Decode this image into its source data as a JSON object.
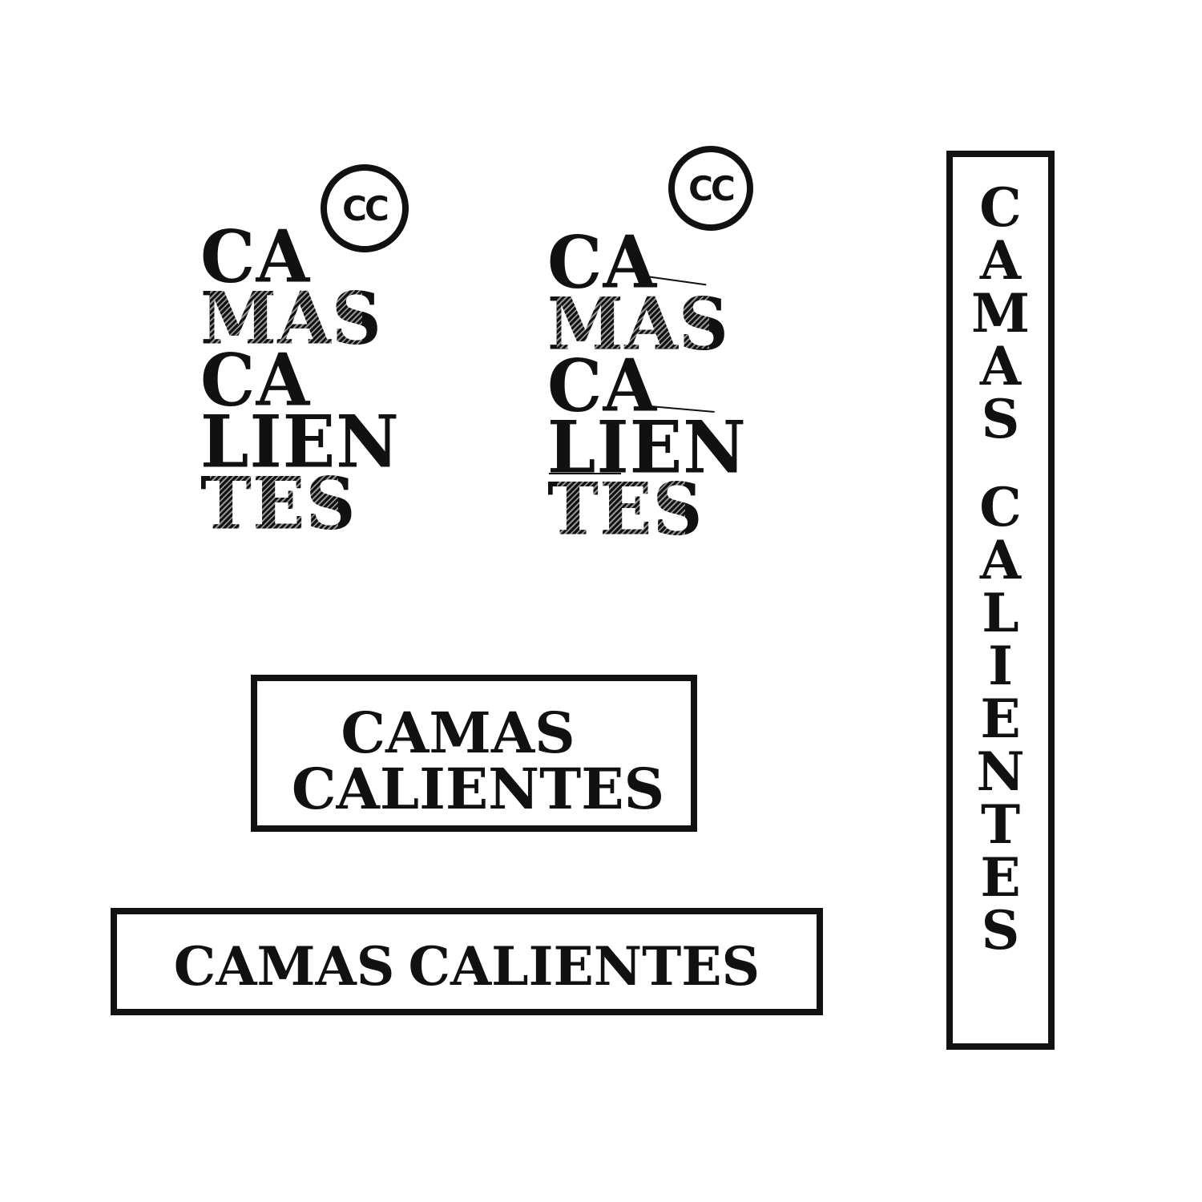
{
  "brand": {
    "stacked_logo": {
      "badge": "CC",
      "lines": [
        "CA",
        "MAS",
        "CA",
        "LIEN",
        "TES"
      ]
    },
    "stacked_logo_variant": {
      "badge": "CC",
      "lines": [
        "CA",
        "MAS",
        "CA",
        "LIEN",
        "TES"
      ]
    },
    "boxed_two_line": {
      "line1": "CAMAS",
      "line2": "CALIENTES"
    },
    "boxed_single_line": {
      "text": "CAMAS CALIENTES"
    },
    "boxed_vertical": {
      "word1": [
        "C",
        "A",
        "M",
        "A",
        "S"
      ],
      "word2": [
        "C",
        "A",
        "L",
        "I",
        "E",
        "N",
        "T",
        "E",
        "S"
      ]
    }
  },
  "colors": {
    "ink": "#111111",
    "background": "#ffffff"
  }
}
